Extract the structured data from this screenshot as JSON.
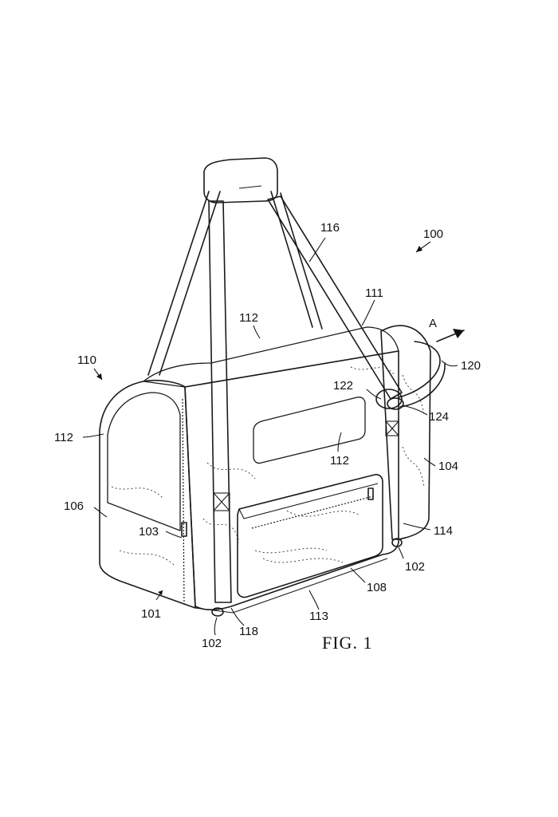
{
  "figure": {
    "caption": "FIG. 1",
    "reference_numerals": [
      {
        "id": "n100",
        "text": "100"
      },
      {
        "id": "n116",
        "text": "116"
      },
      {
        "id": "n111",
        "text": "111"
      },
      {
        "id": "n112_top",
        "text": "112"
      },
      {
        "id": "nA",
        "text": "A"
      },
      {
        "id": "n110",
        "text": "110"
      },
      {
        "id": "n120",
        "text": "120"
      },
      {
        "id": "n122",
        "text": "122"
      },
      {
        "id": "n124",
        "text": "124"
      },
      {
        "id": "n112_left",
        "text": "112"
      },
      {
        "id": "n112_window",
        "text": "112"
      },
      {
        "id": "n104",
        "text": "104"
      },
      {
        "id": "n106",
        "text": "106"
      },
      {
        "id": "n103",
        "text": "103"
      },
      {
        "id": "n114",
        "text": "114"
      },
      {
        "id": "n102_right",
        "text": "102"
      },
      {
        "id": "n108",
        "text": "108"
      },
      {
        "id": "n101",
        "text": "101"
      },
      {
        "id": "n113",
        "text": "113"
      },
      {
        "id": "n118",
        "text": "118"
      },
      {
        "id": "n102_left",
        "text": "102"
      }
    ]
  }
}
